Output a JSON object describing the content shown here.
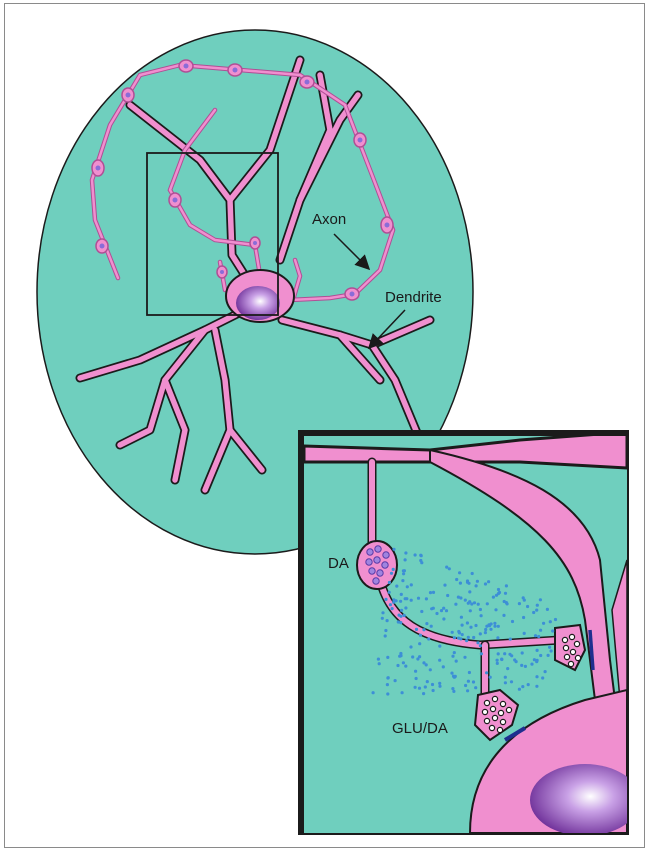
{
  "labels": {
    "axon": "Axon",
    "dendrite": "Dendrite",
    "da": "DA",
    "glu_da": "GLU/DA"
  },
  "colors": {
    "background_field": "#6fcfbe",
    "neuron": "#f08fcf",
    "neuron_outline": "#1b1b1b",
    "nucleus": "#7e3aa4",
    "varicosity_vesicle": "#8a6cd8",
    "dopamine_dots": "#3d8fd6",
    "receptor": "#1f2f8f"
  },
  "icons": [
    "arrow-icon"
  ]
}
